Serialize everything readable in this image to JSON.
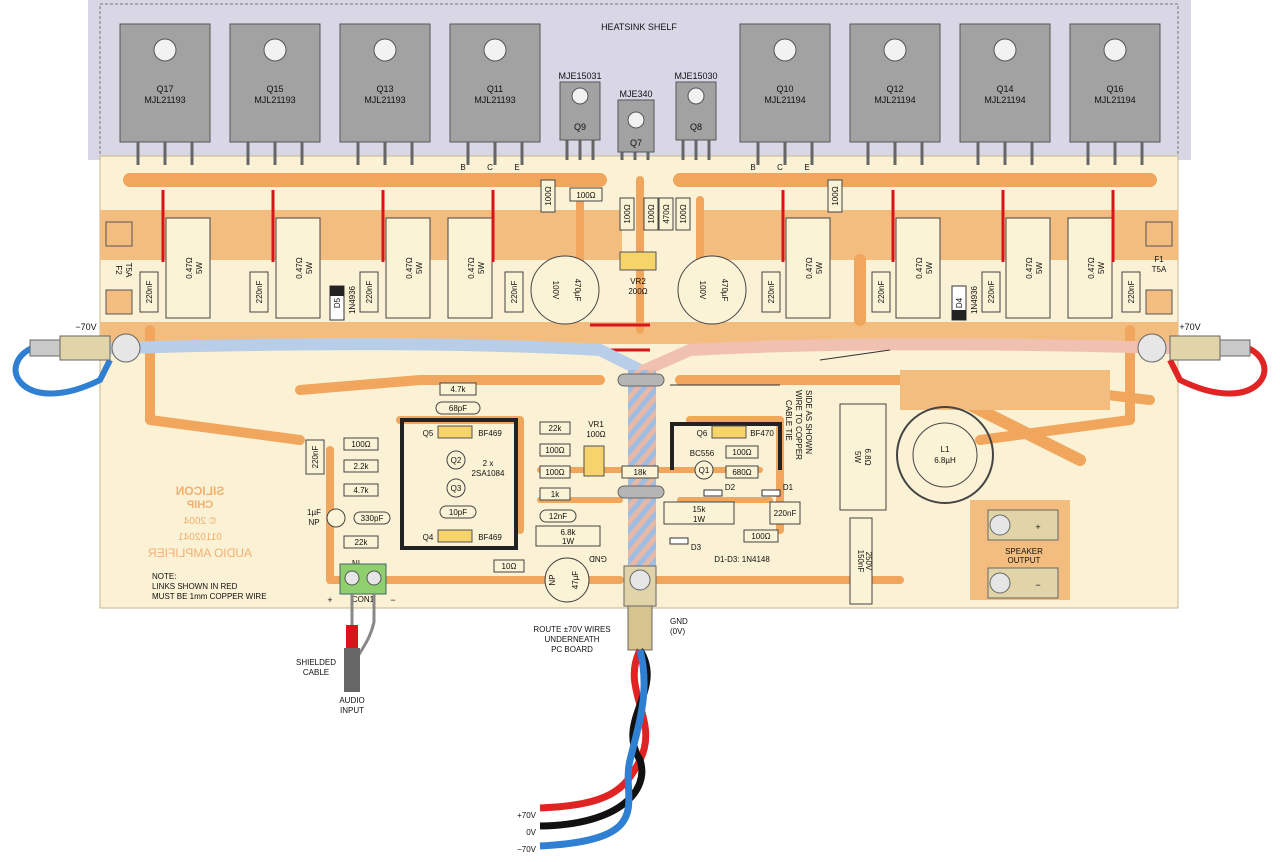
{
  "labels": {
    "heatsink": "HEATSINK SHELF",
    "q17": "Q17",
    "q15": "Q15",
    "q13": "Q13",
    "q11": "Q11",
    "q10": "Q10",
    "q12": "Q12",
    "q14": "Q14",
    "q16": "Q16",
    "mjl21193": "MJL21193",
    "mjl21194": "MJL21194",
    "mje15031": "MJE15031",
    "mje15030": "MJE15030",
    "mje340": "MJE340",
    "q9": "Q9",
    "q8": "Q8",
    "q7": "Q7",
    "b": "B",
    "c": "C",
    "e": "E",
    "r100": "100Ω",
    "r470": "470Ω",
    "r047": "0.47Ω",
    "w5": "5W",
    "c220n": "220nF",
    "d5": "D5",
    "d4": "D4",
    "n4936": "1N4936",
    "cap470u": "470µF",
    "v100": "100V",
    "vr2": "VR2",
    "r200": "200Ω",
    "f1": "F1",
    "f2": "F2",
    "t5a": "T5A",
    "minus70": "−70V",
    "plus70": "+70V",
    "cabletie": "CABLE TIE",
    "wire1": "WIRE TO COPPER",
    "wire2": "SIDE AS SHOWN",
    "r4k7": "4.7k",
    "c68p": "68pF",
    "r22k": "22k",
    "r2k2": "2.2k",
    "q5": "Q5",
    "q4": "Q4",
    "q6": "Q6",
    "q1": "Q1",
    "q2": "Q2",
    "q3": "Q3",
    "bf469": "BF469",
    "bf470": "BF470",
    "bc556": "BC556",
    "vr1": "VR1",
    "r18k": "18k",
    "r1k": "1k",
    "r680": "680Ω",
    "twox": "2 x",
    "sa1084": "2SA1084",
    "c10p": "10pF",
    "c12n": "12nF",
    "r6k8": "6.8k",
    "w1": "1W",
    "r15k": "15k",
    "d1": "D1",
    "d2": "D2",
    "d3": "D3",
    "d1d3": "D1-D3: 1N4148",
    "l1": "L1",
    "l1v": "6.8µH",
    "r6r8": "6.8Ω",
    "c150n": "150nF",
    "v250": "250V",
    "c1u": "1µF",
    "np": "NP",
    "c330p": "330pF",
    "r10": "10Ω",
    "c47u": "47µF",
    "in": "IN",
    "con1": "CON1",
    "gnd": "GND",
    "plus": "+",
    "minus": "−",
    "note1": "NOTE:",
    "note2": "LINKS SHOWN IN RED",
    "note3": "MUST BE 1mm COPPER WIRE",
    "brand1": "SILICON",
    "brand2": "CHIP",
    "year": "© 2004",
    "code": "01102041",
    "title": "AUDIO AMPLIFIER",
    "speaker1": "SPEAKER",
    "speaker2": "OUTPUT",
    "route1": "ROUTE ±70V WIRES",
    "route2": "UNDERNEATH",
    "route3": "PC BOARD",
    "gnd0v1": "GND",
    "gnd0v2": "(0V)",
    "shield1": "SHIELDED",
    "shield2": "CABLE",
    "audio1": "AUDIO",
    "audio2": "INPUT",
    "w70p": "+70V",
    "w0v": "0V",
    "w70m": "−70V"
  },
  "colors": {
    "board": "#fbf1d4",
    "copper": "#f0a65c",
    "heatsink": "#d9d6e6",
    "link": "#d8141b",
    "wire_pos": "#e02424",
    "wire_neg": "#2f7fd3",
    "wire_gnd": "#111111"
  }
}
